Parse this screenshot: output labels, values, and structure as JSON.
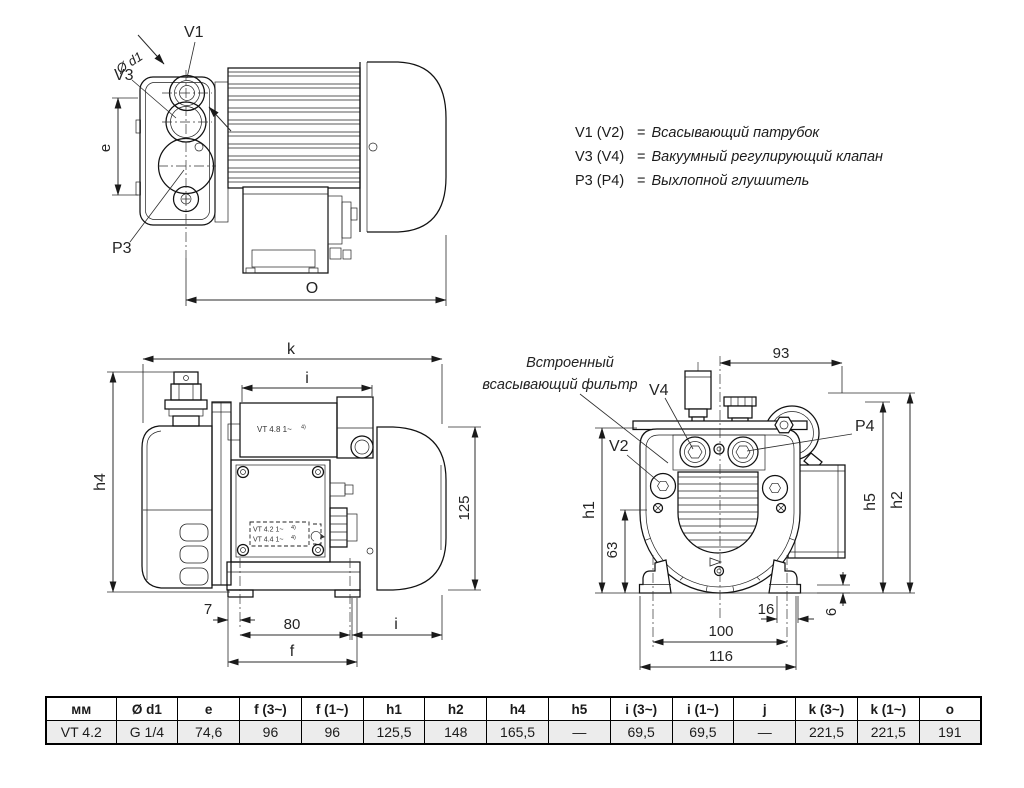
{
  "views": {
    "side_a": {
      "labels": {
        "v1": "V1",
        "v3": "V3",
        "p3": "P3",
        "d1": "Ø d1",
        "e": "e",
        "o": "O"
      }
    },
    "side_b": {
      "labels": {
        "k": "k",
        "i_top": "i",
        "h4": "h4",
        "motor_height": "125",
        "foot_offset": "7",
        "bolt_spacing": "80",
        "f": "f",
        "i_bottom": "i"
      },
      "plate": {
        "motor": "VT 4.8  1~",
        "motor_sup": "4)",
        "box_line1": "VT 4.2  1~",
        "box_line1_sup": "4)",
        "box_line2": "VT 4.4  1~",
        "box_line2_sup": "4)"
      }
    },
    "front": {
      "labels": {
        "width_93": "93",
        "v4": "V4",
        "v2": "V2",
        "p4": "P4",
        "h1": "h1",
        "height_63": "63",
        "h5": "h5",
        "h2": "h2",
        "pad_6": "6",
        "slot_16": "16",
        "bolt_100": "100",
        "base_116": "116"
      },
      "note_line1": "Встроенный",
      "note_line2": "всасывающий фильтр"
    }
  },
  "legend": {
    "separator": "=",
    "items": [
      {
        "key": "V1 (V2)",
        "value": "Всасывающий патрубок"
      },
      {
        "key": "V3 (V4)",
        "value": "Вакуумный регулирующий клапан"
      },
      {
        "key": "P3 (P4)",
        "value": "Выхлопной глушитель"
      }
    ]
  },
  "table": {
    "headers": [
      "мм",
      "Ø d1",
      "e",
      "f (3~)",
      "f (1~)",
      "h1",
      "h2",
      "h4",
      "h5",
      "i (3~)",
      "i (1~)",
      "j",
      "k (3~)",
      "k (1~)",
      "o"
    ],
    "rows": [
      [
        "VT 4.2",
        "G 1/4",
        "74,6",
        "96",
        "96",
        "125,5",
        "148",
        "165,5",
        "—",
        "69,5",
        "69,5",
        "—",
        "221,5",
        "221,5",
        "191"
      ]
    ]
  }
}
